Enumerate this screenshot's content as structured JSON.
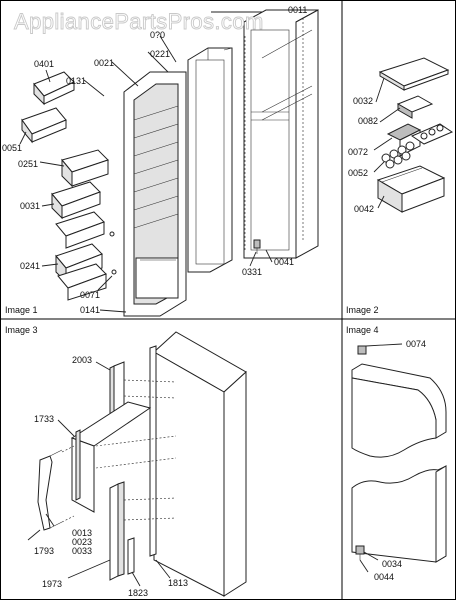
{
  "watermark": "AppliancePartsPros.com",
  "panels": {
    "image1": {
      "title": "Image 1"
    },
    "image2": {
      "title": "Image 2"
    },
    "image3": {
      "title": "Image 3"
    },
    "image4": {
      "title": "Image 4"
    }
  },
  "callouts": {
    "image1": [
      "0011",
      "0221",
      "0021",
      "0131",
      "0401",
      "0051",
      "0251",
      "0031",
      "0241",
      "0071",
      "0141",
      "0331",
      "0041"
    ],
    "image2": [
      "0032",
      "0082",
      "0072",
      "0052",
      "0042"
    ],
    "image3": [
      "2003",
      "1733",
      "0013",
      "0023",
      "0033",
      "1793",
      "1973",
      "1823",
      "1813"
    ],
    "image4": [
      "0074",
      "0034",
      "0044"
    ]
  },
  "partial_label": "0?0"
}
